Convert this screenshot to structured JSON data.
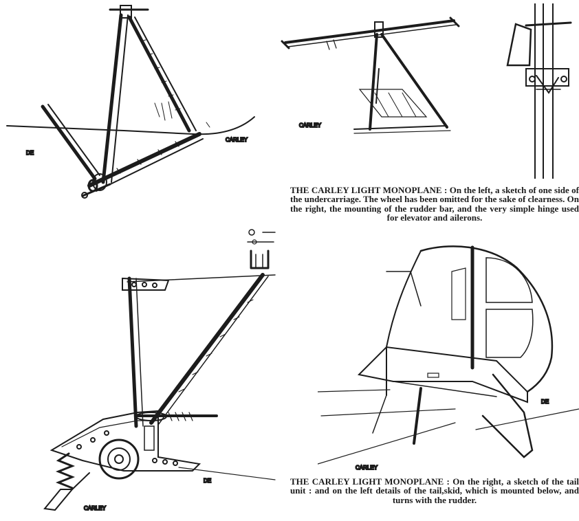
{
  "captions": {
    "top": {
      "title": "THE CARLEY LIGHT MONOPLANE :",
      "body": "On the left, a sketch of one side of the undercarriage. The wheel has been omitted for the sake of clearness. On the right, the mounting of the rudder bar, and the very simple hinge used for elevator and ailerons."
    },
    "bottom": {
      "title": "THE CARLEY LIGHT MONOPLANE :",
      "body": "On the right, a sketch of the tail unit : and on the left details of the tail,skid, which is mounted below, and turns with the rudder."
    }
  },
  "signatures": {
    "carley": "CARLEY",
    "initials": "DE"
  },
  "colors": {
    "ink": "#1c1c1c",
    "paper": "#ffffff"
  }
}
